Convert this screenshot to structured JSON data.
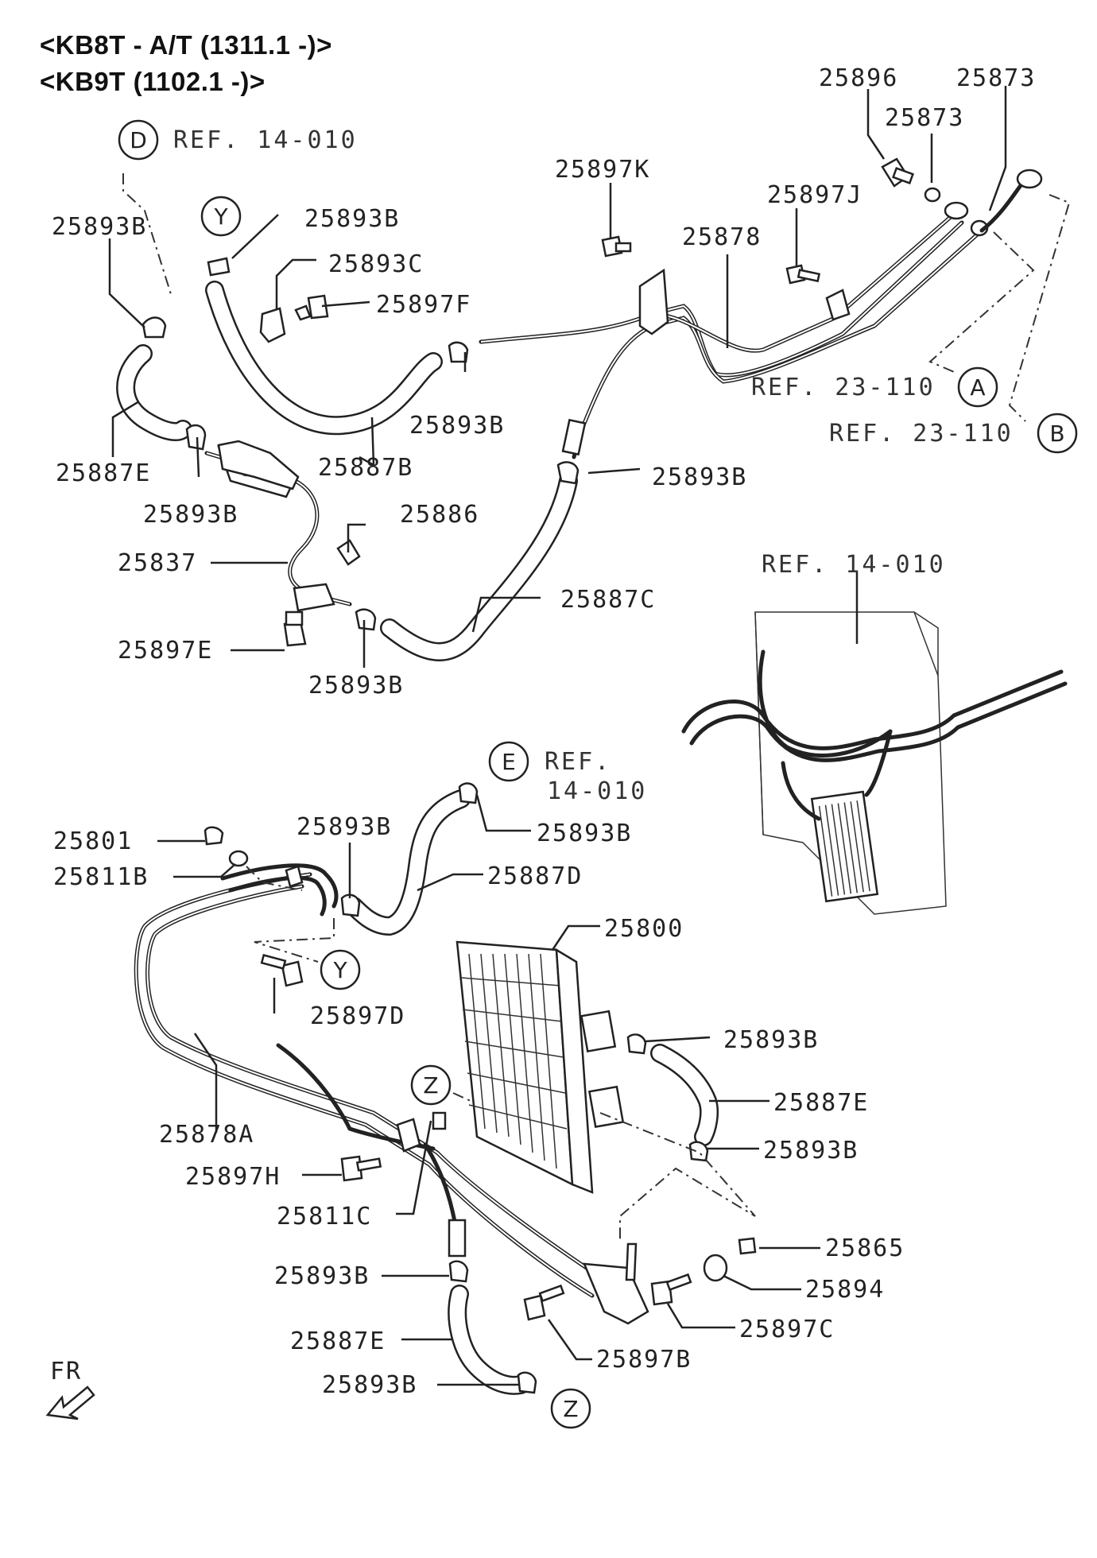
{
  "titles": {
    "line1": "<KB8T - A/T (1311.1 -)>",
    "line2": "<KB9T (1102.1 -)>"
  },
  "labels": {
    "p25896": "25896",
    "p25873a": "25873",
    "p25873b": "25873",
    "p25893b_1": "25893B",
    "p25893b_2": "25893B",
    "p25893c": "25893C",
    "p25897f": "25897F",
    "p25897k": "25897K",
    "p25897j": "25897J",
    "p25878": "25878",
    "p25893b_3": "25893B",
    "p25893b_4": "25893B",
    "p25887e_1": "25887E",
    "p25887b": "25887B",
    "p25893b_5": "25893B",
    "p25886": "25886",
    "p25837": "25837",
    "p25887c": "25887C",
    "p25897e": "25897E",
    "p25893b_6": "25893B",
    "p25801": "25801",
    "p25811b": "25811B",
    "p25893b_7": "25893B",
    "p25893b_8": "25893B",
    "p25887d": "25887D",
    "p25897d": "25897D",
    "p25800": "25800",
    "p25893b_9": "25893B",
    "p25887e_2": "25887E",
    "p25893b_10": "25893B",
    "p25878a": "25878A",
    "p25897h": "25897H",
    "p25811c": "25811C",
    "p25865": "25865",
    "p25893b_11": "25893B",
    "p25894": "25894",
    "p25897c": "25897C",
    "p25887e_3": "25887E",
    "p25897b": "25897B",
    "p25893b_12": "25893B"
  },
  "refs": {
    "ref_d": "REF. 14-010",
    "ref_a": "REF. 23-110",
    "ref_b": "REF. 23-110",
    "ref_overview": "REF. 14-010",
    "ref_e_line1": "REF.",
    "ref_e_line2": "14-010"
  },
  "bubbles": {
    "d": "D",
    "y_top": "Y",
    "a": "A",
    "b": "B",
    "e": "E",
    "y_bottom": "Y",
    "z_top": "Z",
    "z_bottom": "Z"
  },
  "direction": {
    "fr": "FR"
  }
}
